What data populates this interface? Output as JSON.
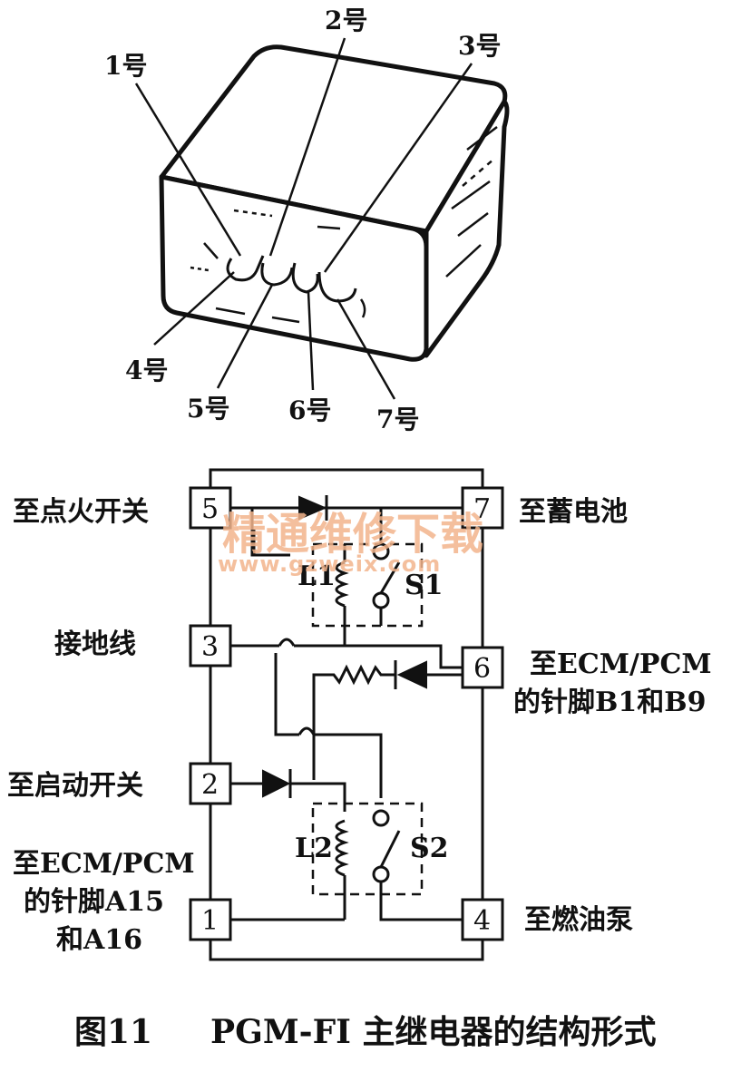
{
  "relay_pin_callouts": [
    "1号",
    "2号",
    "3号",
    "4号",
    "5号",
    "6号",
    "7号"
  ],
  "terminals": [
    "1",
    "2",
    "3",
    "4",
    "5",
    "6",
    "7"
  ],
  "terminal_labels": {
    "t5": "至点火开关",
    "t7": "至蓄电池",
    "t3": "接地线",
    "t6_line1": "至ECM/PCM",
    "t6_line2": "的针脚B1和B9",
    "t2": "至启动开关",
    "t1_line1": "至ECM/PCM",
    "t1_line2": "的针脚A15",
    "t1_line3": "和A16",
    "t4": "至燃油泵"
  },
  "coils": {
    "upper": "L1",
    "lower": "L2"
  },
  "switches": {
    "upper": "S1",
    "lower": "S2"
  },
  "watermark": {
    "text": "精通维修下载",
    "url": "www.gzweix.com",
    "color": "#f2b48c"
  },
  "caption": {
    "fig": "图11",
    "title": "PGM-FI 主继电器的结构形式"
  }
}
